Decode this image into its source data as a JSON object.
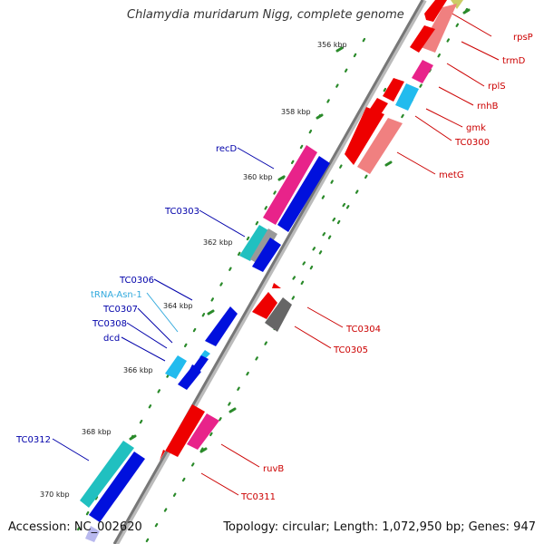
{
  "title": "Chlamydia muridarum Nigg, complete genome",
  "footer": {
    "accession": "Accession: NC_002620",
    "topology": "Topology: circular; Length: 1,072,950 bp; Genes: 947"
  },
  "colors": {
    "forward_red": "#ee0000",
    "light_red": "#f08080",
    "pink": "#e8238a",
    "cyan": "#22bbee",
    "teal": "#20c0c0",
    "blue": "#0010dd",
    "grey": "#666666",
    "label_red": "#cc0000",
    "label_blue": "#0000aa",
    "label_cyan": "#33aadd",
    "tick_green": "#2a8a2a"
  },
  "ticks": [
    "356 kbp",
    "358 kbp",
    "360 kbp",
    "362 kbp",
    "364 kbp",
    "366 kbp",
    "368 kbp",
    "370 kbp"
  ],
  "labels_right": [
    "rpsP",
    "trmD",
    "rplS",
    "rnhB",
    "gmk",
    "TC0300",
    "metG",
    "TC0304",
    "TC0305",
    "ruvB",
    "TC0311"
  ],
  "labels_left": [
    "recD",
    "TC0303",
    "TC0306",
    "tRNA-Asn-1",
    "TC0307",
    "TC0308",
    "dcd",
    "TC0312"
  ]
}
